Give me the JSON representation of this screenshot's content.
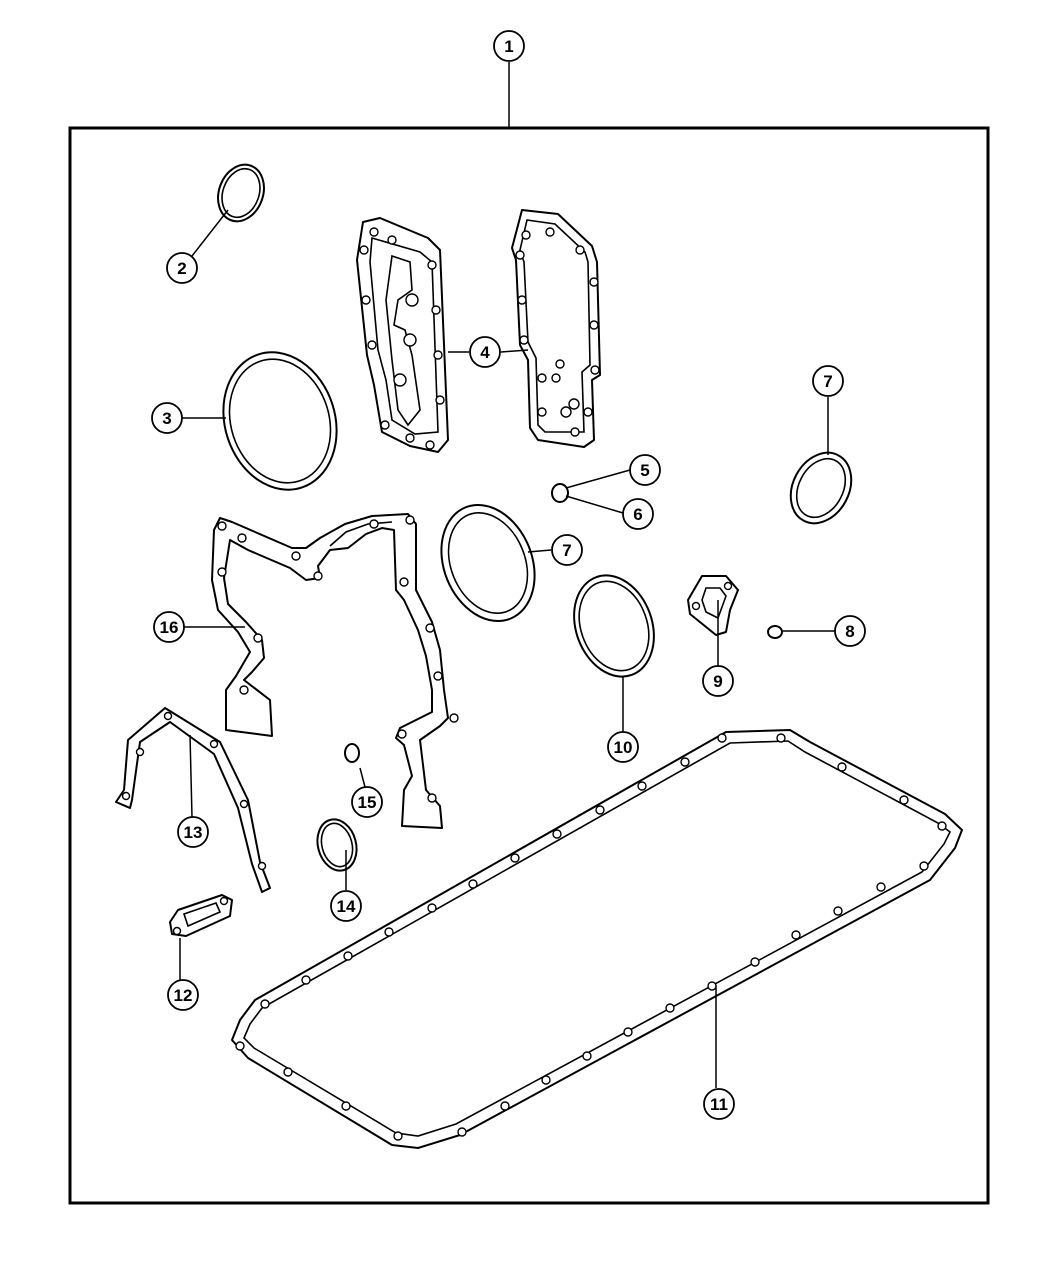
{
  "callouts": {
    "c1": "1",
    "c2": "2",
    "c3": "3",
    "c4": "4",
    "c5": "5",
    "c6": "6",
    "c7a": "7",
    "c7b": "7",
    "c8": "8",
    "c9": "9",
    "c10": "10",
    "c11": "11",
    "c12": "12",
    "c13": "13",
    "c14": "14",
    "c15": "15",
    "c16": "16"
  },
  "colors": {
    "line": "#000000",
    "background": "#ffffff"
  }
}
